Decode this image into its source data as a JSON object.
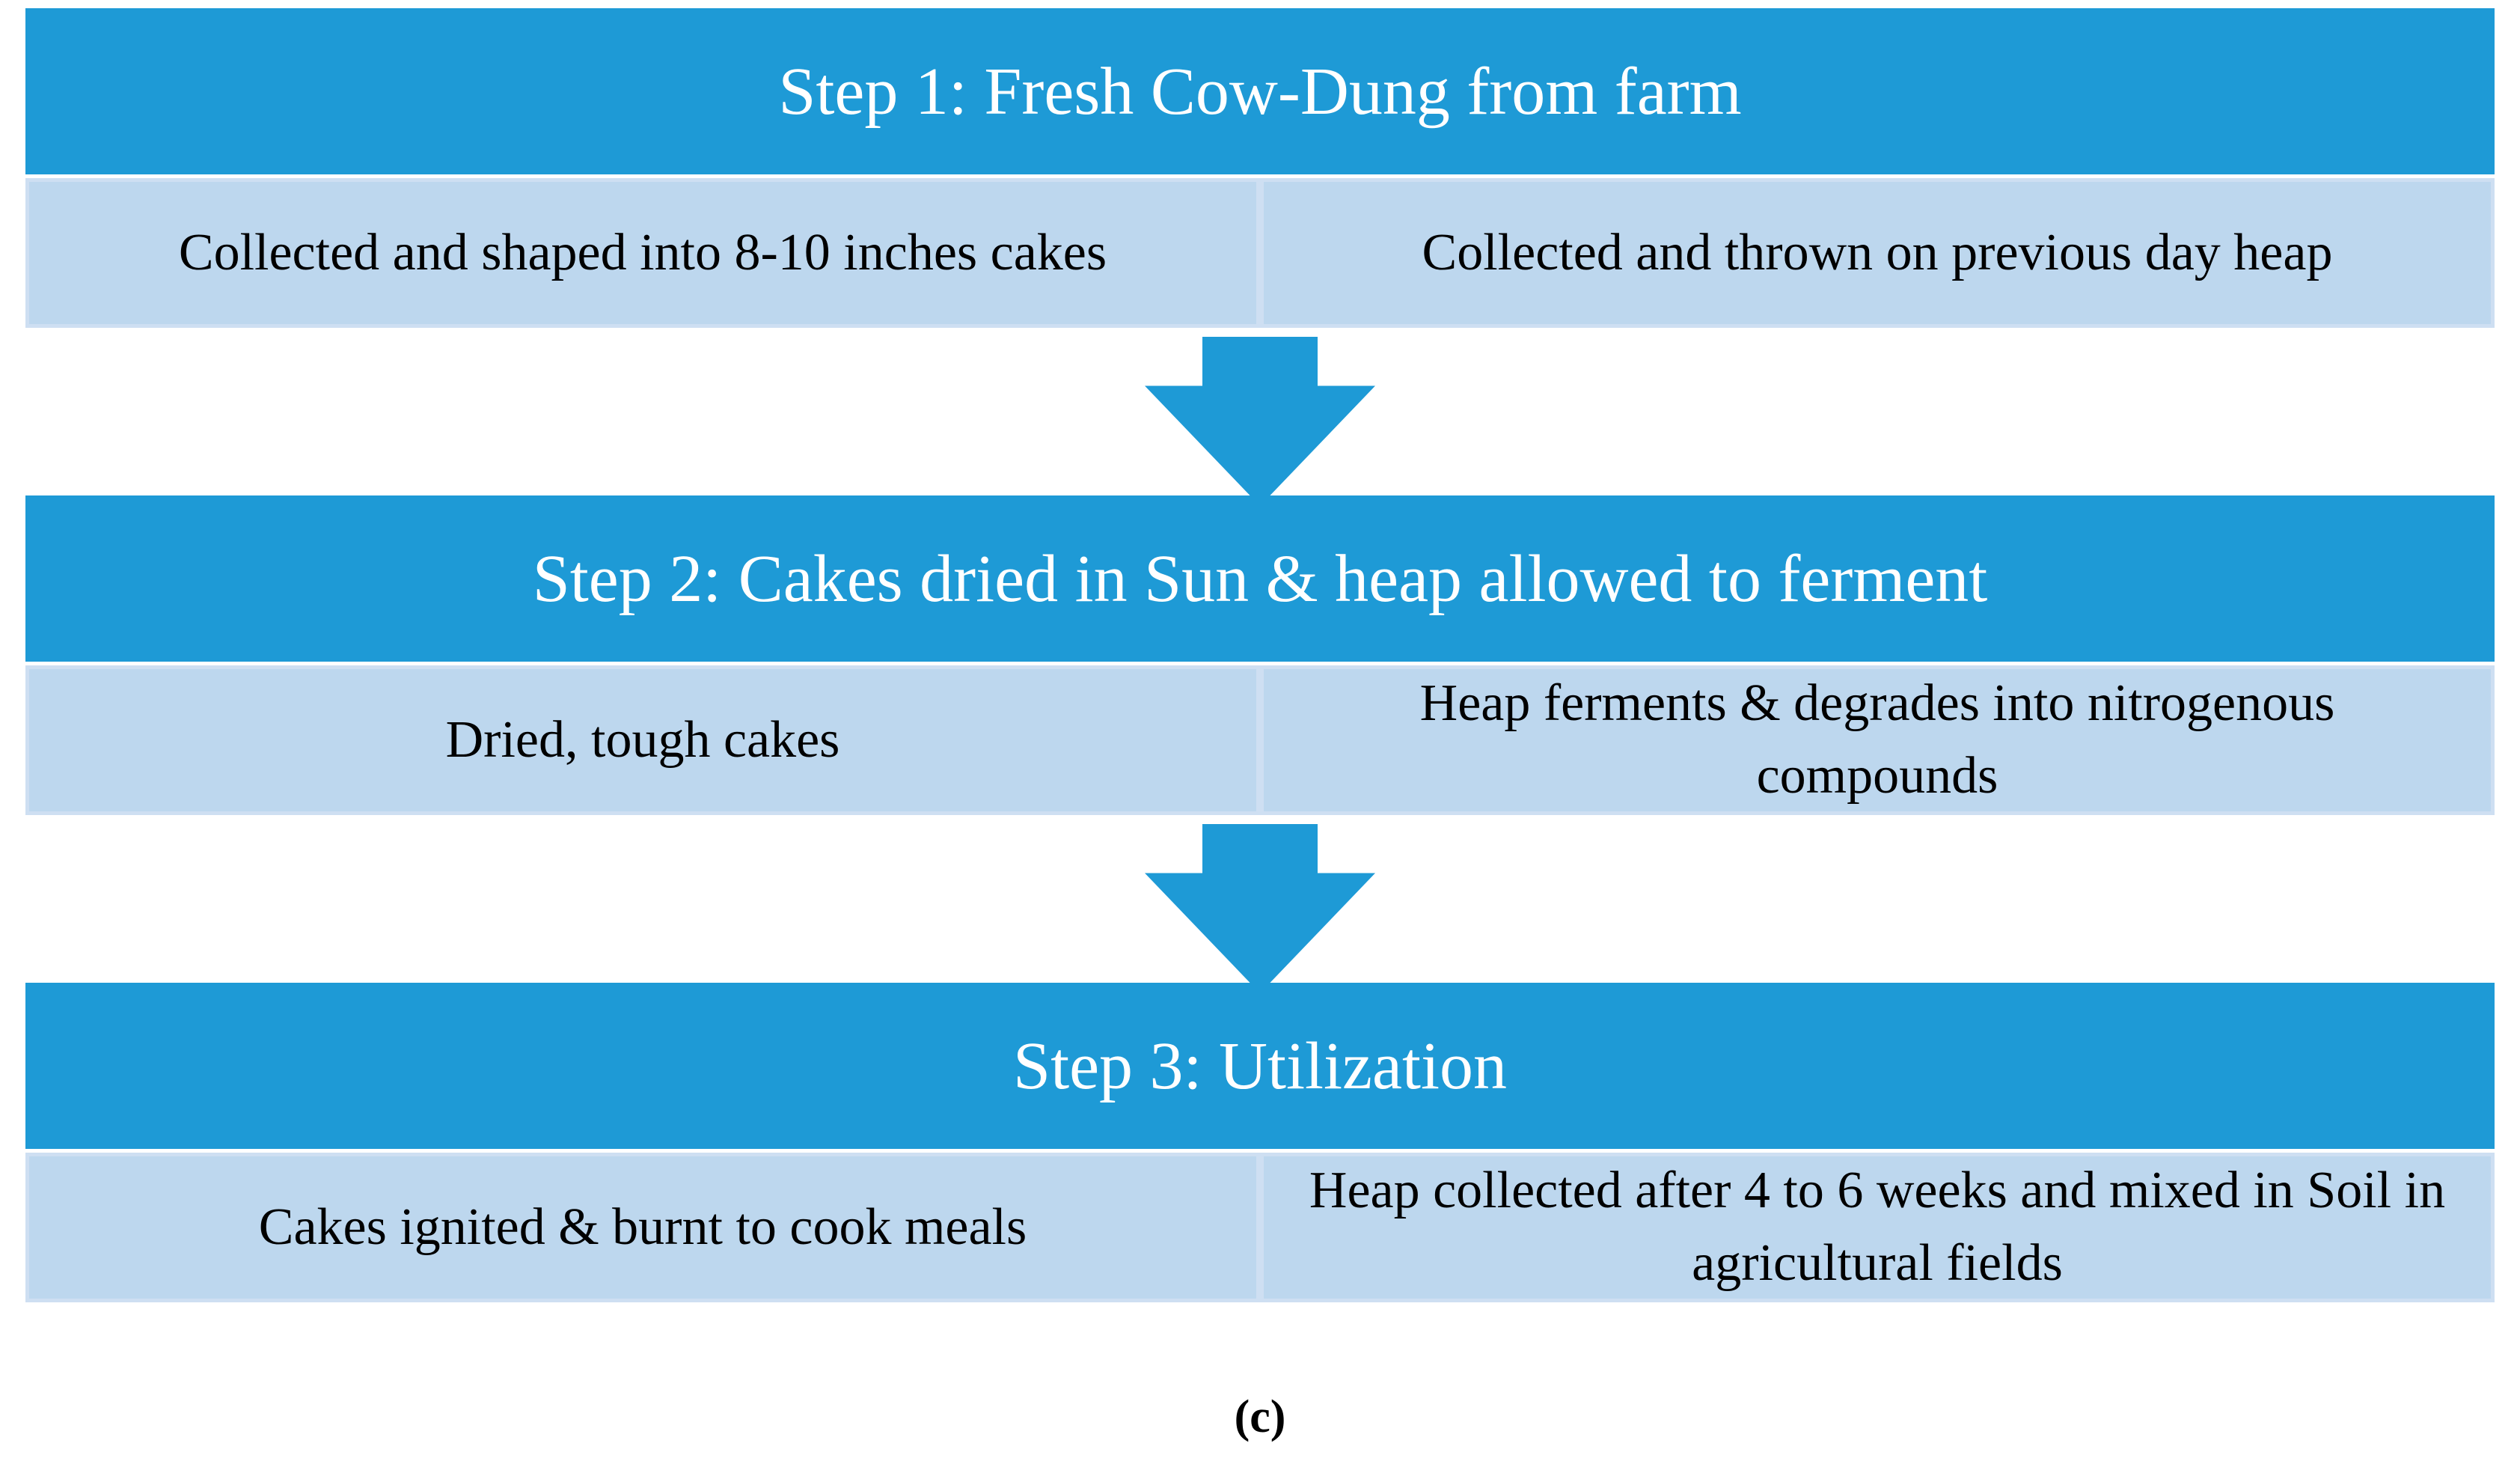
{
  "caption": "(c)",
  "colors": {
    "accent_blue": "#1E9AD6",
    "cell_bg": "#BDD7EE",
    "cell_border": "#CEDFF2",
    "header_text": "#FFFFFF",
    "body_text": "#000000",
    "page_bg": "#FFFFFF"
  },
  "steps": [
    {
      "title": "Step 1: Fresh Cow-Dung from farm",
      "cells": [
        "Collected and shaped into 8-10 inches cakes",
        "Collected and thrown on previous day heap"
      ]
    },
    {
      "title": "Step 2: Cakes dried in Sun & heap allowed to ferment",
      "cells": [
        "Dried, tough cakes",
        "Heap ferments & degrades into nitrogenous compounds"
      ]
    },
    {
      "title": "Step 3: Utilization",
      "cells": [
        "Cakes ignited & burnt to cook meals",
        "Heap collected after 4 to 6 weeks and mixed in Soil in agricultural fields"
      ]
    }
  ]
}
